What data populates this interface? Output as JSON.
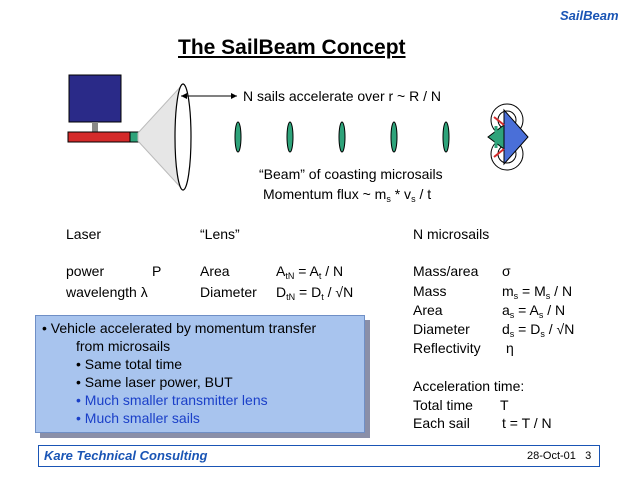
{
  "header": {
    "brand": "SailBeam",
    "title": "The SailBeam Concept"
  },
  "diagram": {
    "top_label": "N sails accelerate over r ~ R / N",
    "beam_label": "“Beam” of coasting microsails",
    "momentum_label": "Momentum flux ~ m",
    "momentum_s1": "s",
    "momentum_mid": " * v",
    "momentum_s2": "s",
    "momentum_end": " / t"
  },
  "laser": {
    "heading": "Laser",
    "power_label": "power",
    "power_value": "P",
    "wavelength_label": "wavelength",
    "wavelength_value": "λ"
  },
  "lens": {
    "heading": "“Lens”",
    "area_label": "Area",
    "area_a": "A",
    "area_sub1": "tN",
    "area_mid": " = A",
    "area_sub2": "t",
    "area_end": " / N",
    "diameter_label": "Diameter",
    "diam_a": "D",
    "diam_sub1": "tN",
    "diam_mid": " = D",
    "diam_sub2": "t",
    "diam_end": " / √N"
  },
  "microsails": {
    "heading": "N microsails",
    "mass_area_label": "Mass/area",
    "mass_area_value": "σ",
    "mass_label": "Mass",
    "mass_v1": "m",
    "mass_v2": " = M",
    "mass_v3": " / N",
    "area_label": "Area",
    "area_v1": "a",
    "area_v2": " = A",
    "area_v3": " / N",
    "diameter_label": "Diameter",
    "diam_v1": "d",
    "diam_v2": " = D",
    "diam_v3": " / √N",
    "sub_s": "s",
    "reflectivity_label": "Reflectivity",
    "reflectivity_value": "η",
    "accel_heading": "Acceleration time:",
    "total_label": "Total  time",
    "total_value": "T",
    "each_label": "Each sail",
    "each_value": "t = T / N"
  },
  "callout": {
    "lines": [
      "• Vehicle accelerated by momentum transfer",
      "from microsails",
      "• Same total time",
      "• Same laser power, BUT",
      "• Much smaller transmitter lens",
      "• Much smaller sails"
    ]
  },
  "footer": {
    "company": "Kare Technical Consulting",
    "date": "28-Oct-01",
    "page": "3"
  },
  "colors": {
    "brand": "#1a55b5",
    "callout_bg": "#a8c4ee",
    "sail": "#2ea37a",
    "emph_text": "#1a3fc8"
  }
}
